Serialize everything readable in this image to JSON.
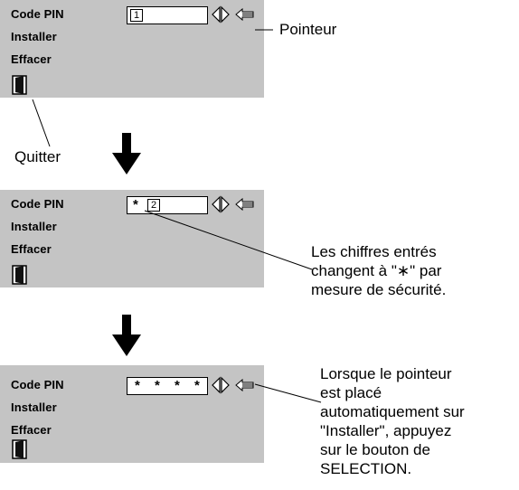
{
  "steps": [
    {
      "menu": {
        "code_pin": "Code PIN",
        "installer": "Installer",
        "effacer": "Effacer"
      },
      "pin": {
        "masked": [],
        "current": "1"
      }
    },
    {
      "menu": {
        "code_pin": "Code PIN",
        "installer": "Installer",
        "effacer": "Effacer"
      },
      "pin": {
        "masked": [
          "*"
        ],
        "current": "2"
      }
    },
    {
      "menu": {
        "code_pin": "Code PIN",
        "installer": "Installer",
        "effacer": "Effacer"
      },
      "pin": {
        "masked": [
          "*",
          "*",
          "*",
          "*"
        ],
        "current": ""
      }
    }
  ],
  "annotations": {
    "pointeur": "Pointeur",
    "quitter": "Quitter",
    "masked_note": [
      "Les chiffres entrés",
      "changent à \"∗\" par",
      "mesure de sécurité."
    ],
    "installer_note": [
      "Lorsque le pointeur",
      "est placé",
      "automatiquement sur",
      "\"Installer\", appuyez",
      "sur le bouton de",
      "SELECTION."
    ]
  },
  "icons": {
    "spin": "left-right-spin-icon",
    "pointer": "pointer-arrow-icon",
    "exit": "door-exit-icon",
    "flow": "down-arrow-icon"
  }
}
